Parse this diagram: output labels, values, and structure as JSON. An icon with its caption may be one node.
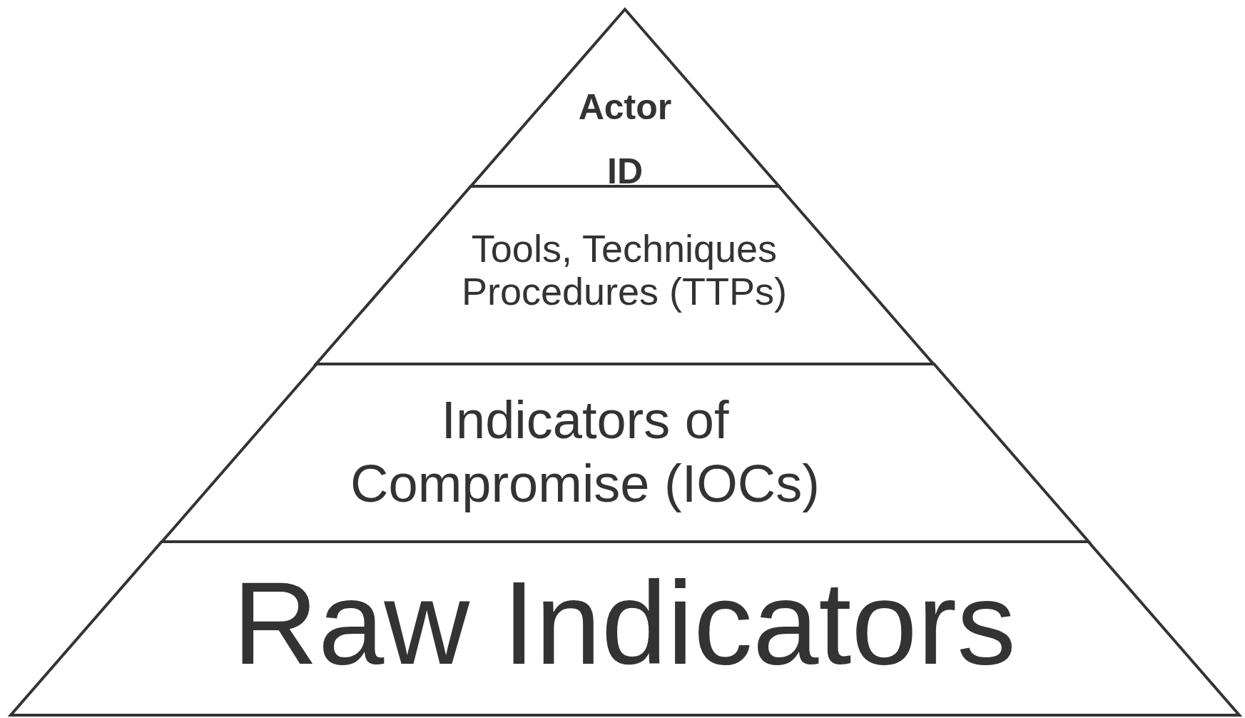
{
  "diagram": {
    "nodes": [
      {
        "text": [
          "Actor ID"
        ]
      },
      {
        "text": [
          "Tools, Techniques Procedures (TTPs)"
        ]
      },
      {
        "text": [
          "Indicators of Compromise (IOCs)"
        ]
      },
      {
        "text": [
          "Raw Indicators"
        ]
      }
    ]
  }
}
